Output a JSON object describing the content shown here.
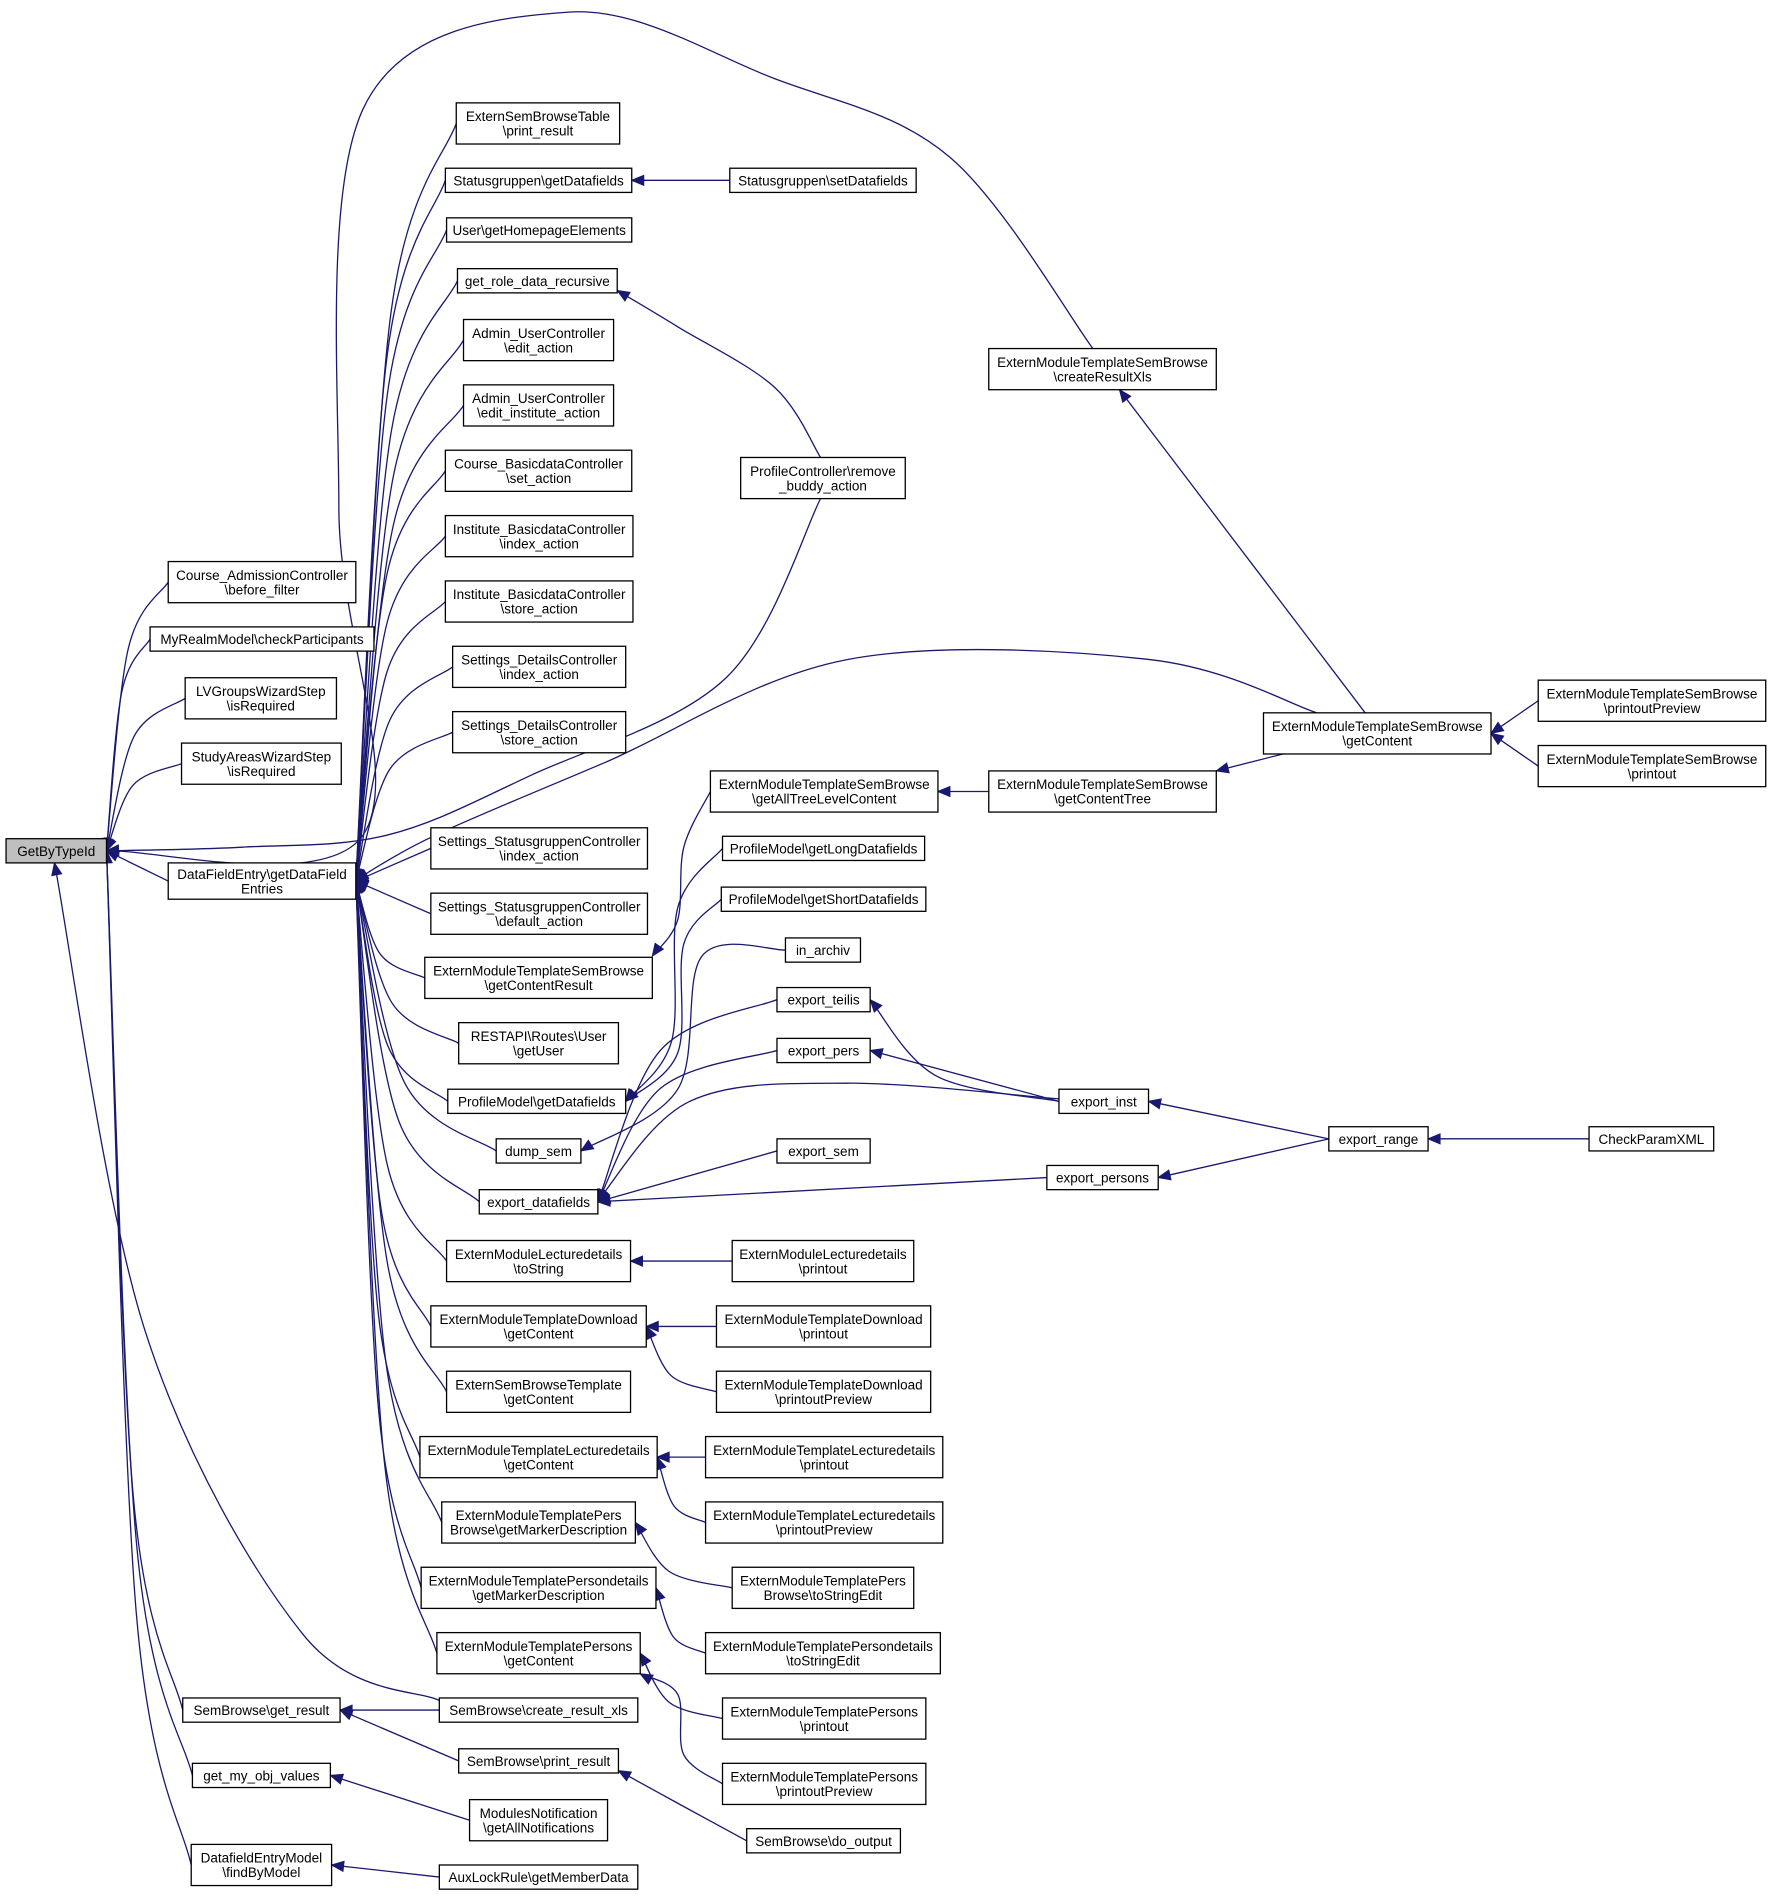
{
  "graph": {
    "root": "GetByTypeId",
    "nodes": [
      {
        "id": "GetByTypeId",
        "lines": [
          "GetByTypeId"
        ]
      },
      {
        "id": "course_admission",
        "lines": [
          "Course_AdmissionController",
          "\\before_filter"
        ]
      },
      {
        "id": "myrealm",
        "lines": [
          "MyRealmModel\\checkParticipants"
        ]
      },
      {
        "id": "lvgroups",
        "lines": [
          "LVGroupsWizardStep",
          "\\isRequired"
        ]
      },
      {
        "id": "studyareas",
        "lines": [
          "StudyAreasWizardStep",
          "\\isRequired"
        ]
      },
      {
        "id": "dfe_get",
        "lines": [
          "DataFieldEntry\\getDataField",
          "Entries"
        ]
      },
      {
        "id": "sembrowse_get_result",
        "lines": [
          "SemBrowse\\get_result"
        ]
      },
      {
        "id": "get_my_obj_values",
        "lines": [
          "get_my_obj_values"
        ]
      },
      {
        "id": "dfem_find",
        "lines": [
          "DatafieldEntryModel",
          "\\findByModel"
        ]
      },
      {
        "id": "extsemtable_print",
        "lines": [
          "ExternSemBrowseTable",
          "\\print_result"
        ]
      },
      {
        "id": "statusgruppen_get",
        "lines": [
          "Statusgruppen\\getDatafields"
        ]
      },
      {
        "id": "user_homepage",
        "lines": [
          "User\\getHomepageElements"
        ]
      },
      {
        "id": "get_role_data",
        "lines": [
          "get_role_data_recursive"
        ]
      },
      {
        "id": "admin_user_edit",
        "lines": [
          "Admin_UserController",
          "\\edit_action"
        ]
      },
      {
        "id": "admin_user_edit_inst",
        "lines": [
          "Admin_UserController",
          "\\edit_institute_action"
        ]
      },
      {
        "id": "course_basic_set",
        "lines": [
          "Course_BasicdataController",
          "\\set_action"
        ]
      },
      {
        "id": "inst_basic_index",
        "lines": [
          "Institute_BasicdataController",
          "\\index_action"
        ]
      },
      {
        "id": "inst_basic_store",
        "lines": [
          "Institute_BasicdataController",
          "\\store_action"
        ]
      },
      {
        "id": "settings_details_index",
        "lines": [
          "Settings_DetailsController",
          "\\index_action"
        ]
      },
      {
        "id": "settings_details_store",
        "lines": [
          "Settings_DetailsController",
          "\\store_action"
        ]
      },
      {
        "id": "settings_status_index",
        "lines": [
          "Settings_StatusgruppenController",
          "\\index_action"
        ]
      },
      {
        "id": "settings_status_default",
        "lines": [
          "Settings_StatusgruppenController",
          "\\default_action"
        ]
      },
      {
        "id": "emtsb_getcontentresult",
        "lines": [
          "ExternModuleTemplateSemBrowse",
          "\\getContentResult"
        ]
      },
      {
        "id": "restapi_user",
        "lines": [
          "RESTAPI\\Routes\\User",
          "\\getUser"
        ]
      },
      {
        "id": "profilemodel_getdf",
        "lines": [
          "ProfileModel\\getDatafields"
        ]
      },
      {
        "id": "dump_sem",
        "lines": [
          "dump_sem"
        ]
      },
      {
        "id": "export_datafields",
        "lines": [
          "export_datafields"
        ]
      },
      {
        "id": "emld_tostring",
        "lines": [
          "ExternModuleLecturedetails",
          "\\toString"
        ]
      },
      {
        "id": "emtd_getcontent",
        "lines": [
          "ExternModuleTemplateDownload",
          "\\getContent"
        ]
      },
      {
        "id": "extsemtemplate_getcontent",
        "lines": [
          "ExternSemBrowseTemplate",
          "\\getContent"
        ]
      },
      {
        "id": "emtld_getcontent",
        "lines": [
          "ExternModuleTemplateLecturedetails",
          "\\getContent"
        ]
      },
      {
        "id": "emtpb_getmarker",
        "lines": [
          "ExternModuleTemplatePers",
          "Browse\\getMarkerDescription"
        ]
      },
      {
        "id": "emtpd_getmarker",
        "lines": [
          "ExternModuleTemplatePersondetails",
          "\\getMarkerDescription"
        ]
      },
      {
        "id": "emtp_getcontent",
        "lines": [
          "ExternModuleTemplatePersons",
          "\\getContent"
        ]
      },
      {
        "id": "sembrowse_create_xls",
        "lines": [
          "SemBrowse\\create_result_xls"
        ]
      },
      {
        "id": "sembrowse_print",
        "lines": [
          "SemBrowse\\print_result"
        ]
      },
      {
        "id": "modules_notif",
        "lines": [
          "ModulesNotification",
          "\\getAllNotifications"
        ]
      },
      {
        "id": "auxlock",
        "lines": [
          "AuxLockRule\\getMemberData"
        ]
      },
      {
        "id": "statusgruppen_set",
        "lines": [
          "Statusgruppen\\setDatafields"
        ]
      },
      {
        "id": "profile_remove_buddy",
        "lines": [
          "ProfileController\\remove",
          "_buddy_action"
        ]
      },
      {
        "id": "emtsb_getalltree",
        "lines": [
          "ExternModuleTemplateSemBrowse",
          "\\getAllTreeLevelContent"
        ]
      },
      {
        "id": "profilemodel_long",
        "lines": [
          "ProfileModel\\getLongDatafields"
        ]
      },
      {
        "id": "profilemodel_short",
        "lines": [
          "ProfileModel\\getShortDatafields"
        ]
      },
      {
        "id": "in_archiv",
        "lines": [
          "in_archiv"
        ]
      },
      {
        "id": "export_teilis",
        "lines": [
          "export_teilis"
        ]
      },
      {
        "id": "export_pers",
        "lines": [
          "export_pers"
        ]
      },
      {
        "id": "export_sem",
        "lines": [
          "export_sem"
        ]
      },
      {
        "id": "export_persons",
        "lines": [
          "export_persons"
        ]
      },
      {
        "id": "emld_printout",
        "lines": [
          "ExternModuleLecturedetails",
          "\\printout"
        ]
      },
      {
        "id": "emtd_printout",
        "lines": [
          "ExternModuleTemplateDownload",
          "\\printout"
        ]
      },
      {
        "id": "emtd_preview",
        "lines": [
          "ExternModuleTemplateDownload",
          "\\printoutPreview"
        ]
      },
      {
        "id": "emtld_printout",
        "lines": [
          "ExternModuleTemplateLecturedetails",
          "\\printout"
        ]
      },
      {
        "id": "emtld_preview",
        "lines": [
          "ExternModuleTemplateLecturedetails",
          "\\printoutPreview"
        ]
      },
      {
        "id": "emtpb_tostringedit",
        "lines": [
          "ExternModuleTemplatePers",
          "Browse\\toStringEdit"
        ]
      },
      {
        "id": "emtpd_tostringedit",
        "lines": [
          "ExternModuleTemplatePersondetails",
          "\\toStringEdit"
        ]
      },
      {
        "id": "emtp_printout",
        "lines": [
          "ExternModuleTemplatePersons",
          "\\printout"
        ]
      },
      {
        "id": "emtp_preview",
        "lines": [
          "ExternModuleTemplatePersons",
          "\\printoutPreview"
        ]
      },
      {
        "id": "sembrowse_do_output",
        "lines": [
          "SemBrowse\\do_output"
        ]
      },
      {
        "id": "emtsb_createxls",
        "lines": [
          "ExternModuleTemplateSemBrowse",
          "\\createResultXls"
        ]
      },
      {
        "id": "emtsb_getcontenttree",
        "lines": [
          "ExternModuleTemplateSemBrowse",
          "\\getContentTree"
        ]
      },
      {
        "id": "export_inst",
        "lines": [
          "export_inst"
        ]
      },
      {
        "id": "emtsb_getcontent",
        "lines": [
          "ExternModuleTemplateSemBrowse",
          "\\getContent"
        ]
      },
      {
        "id": "export_range",
        "lines": [
          "export_range"
        ]
      },
      {
        "id": "emtsb_preview",
        "lines": [
          "ExternModuleTemplateSemBrowse",
          "\\printoutPreview"
        ]
      },
      {
        "id": "emtsb_printout",
        "lines": [
          "ExternModuleTemplateSemBrowse",
          "\\printout"
        ]
      },
      {
        "id": "checkparamxml",
        "lines": [
          "CheckParamXML"
        ]
      }
    ],
    "edges": [
      {
        "from": "course_admission",
        "to": "GetByTypeId"
      },
      {
        "from": "myrealm",
        "to": "GetByTypeId"
      },
      {
        "from": "lvgroups",
        "to": "GetByTypeId"
      },
      {
        "from": "studyareas",
        "to": "GetByTypeId"
      },
      {
        "from": "dfe_get",
        "to": "GetByTypeId"
      },
      {
        "from": "sembrowse_get_result",
        "to": "GetByTypeId"
      },
      {
        "from": "get_my_obj_values",
        "to": "GetByTypeId"
      },
      {
        "from": "dfem_find",
        "to": "GetByTypeId"
      },
      {
        "from": "sembrowse_create_xls",
        "to": "GetByTypeId"
      },
      {
        "from": "emtsb_createxls",
        "to": "GetByTypeId"
      },
      {
        "from": "profile_remove_buddy",
        "to": "GetByTypeId"
      },
      {
        "from": "extsemtable_print",
        "to": "dfe_get"
      },
      {
        "from": "statusgruppen_get",
        "to": "dfe_get"
      },
      {
        "from": "user_homepage",
        "to": "dfe_get"
      },
      {
        "from": "get_role_data",
        "to": "dfe_get"
      },
      {
        "from": "admin_user_edit",
        "to": "dfe_get"
      },
      {
        "from": "admin_user_edit_inst",
        "to": "dfe_get"
      },
      {
        "from": "course_basic_set",
        "to": "dfe_get"
      },
      {
        "from": "inst_basic_index",
        "to": "dfe_get"
      },
      {
        "from": "inst_basic_store",
        "to": "dfe_get"
      },
      {
        "from": "settings_details_index",
        "to": "dfe_get"
      },
      {
        "from": "settings_details_store",
        "to": "dfe_get"
      },
      {
        "from": "settings_status_index",
        "to": "dfe_get"
      },
      {
        "from": "settings_status_default",
        "to": "dfe_get"
      },
      {
        "from": "emtsb_getcontentresult",
        "to": "dfe_get"
      },
      {
        "from": "restapi_user",
        "to": "dfe_get"
      },
      {
        "from": "profilemodel_getdf",
        "to": "dfe_get"
      },
      {
        "from": "dump_sem",
        "to": "dfe_get"
      },
      {
        "from": "export_datafields",
        "to": "dfe_get"
      },
      {
        "from": "emld_tostring",
        "to": "dfe_get"
      },
      {
        "from": "emtd_getcontent",
        "to": "dfe_get"
      },
      {
        "from": "extsemtemplate_getcontent",
        "to": "dfe_get"
      },
      {
        "from": "emtld_getcontent",
        "to": "dfe_get"
      },
      {
        "from": "emtpb_getmarker",
        "to": "dfe_get"
      },
      {
        "from": "emtpd_getmarker",
        "to": "dfe_get"
      },
      {
        "from": "emtp_getcontent",
        "to": "dfe_get"
      },
      {
        "from": "emtsb_getcontent",
        "to": "dfe_get"
      },
      {
        "from": "statusgruppen_set",
        "to": "statusgruppen_get"
      },
      {
        "from": "profile_remove_buddy",
        "to": "get_role_data"
      },
      {
        "from": "emtsb_getalltree",
        "to": "emtsb_getcontentresult"
      },
      {
        "from": "profilemodel_long",
        "to": "profilemodel_getdf"
      },
      {
        "from": "profilemodel_short",
        "to": "profilemodel_getdf"
      },
      {
        "from": "in_archiv",
        "to": "dump_sem"
      },
      {
        "from": "export_teilis",
        "to": "export_datafields"
      },
      {
        "from": "export_pers",
        "to": "export_datafields"
      },
      {
        "from": "export_sem",
        "to": "export_datafields"
      },
      {
        "from": "export_inst",
        "to": "export_datafields"
      },
      {
        "from": "export_persons",
        "to": "export_datafields"
      },
      {
        "from": "emld_printout",
        "to": "emld_tostring"
      },
      {
        "from": "emtd_printout",
        "to": "emtd_getcontent"
      },
      {
        "from": "emtd_preview",
        "to": "emtd_getcontent"
      },
      {
        "from": "emtld_printout",
        "to": "emtld_getcontent"
      },
      {
        "from": "emtld_preview",
        "to": "emtld_getcontent"
      },
      {
        "from": "emtpb_tostringedit",
        "to": "emtpb_getmarker"
      },
      {
        "from": "emtpd_tostringedit",
        "to": "emtpd_getmarker"
      },
      {
        "from": "emtp_printout",
        "to": "emtp_getcontent"
      },
      {
        "from": "emtp_preview",
        "to": "emtp_getcontent"
      },
      {
        "from": "sembrowse_create_xls",
        "to": "sembrowse_get_result"
      },
      {
        "from": "sembrowse_print",
        "to": "sembrowse_get_result"
      },
      {
        "from": "modules_notif",
        "to": "get_my_obj_values"
      },
      {
        "from": "auxlock",
        "to": "dfem_find"
      },
      {
        "from": "sembrowse_do_output",
        "to": "sembrowse_print"
      },
      {
        "from": "emtsb_getcontenttree",
        "to": "emtsb_getalltree"
      },
      {
        "from": "emtsb_getcontent",
        "to": "emtsb_getcontenttree"
      },
      {
        "from": "emtsb_getcontent",
        "to": "emtsb_createxls"
      },
      {
        "from": "emtsb_preview",
        "to": "emtsb_getcontent"
      },
      {
        "from": "emtsb_printout",
        "to": "emtsb_getcontent"
      },
      {
        "from": "export_inst",
        "to": "export_teilis"
      },
      {
        "from": "export_inst",
        "to": "export_pers"
      },
      {
        "from": "export_range",
        "to": "export_inst"
      },
      {
        "from": "export_range",
        "to": "export_persons"
      },
      {
        "from": "checkparamxml",
        "to": "export_range"
      }
    ]
  },
  "colors": {
    "edge": "#191970",
    "node_border": "#000000",
    "node_fill": "#ffffff",
    "root_fill": "#bfbfbf"
  }
}
